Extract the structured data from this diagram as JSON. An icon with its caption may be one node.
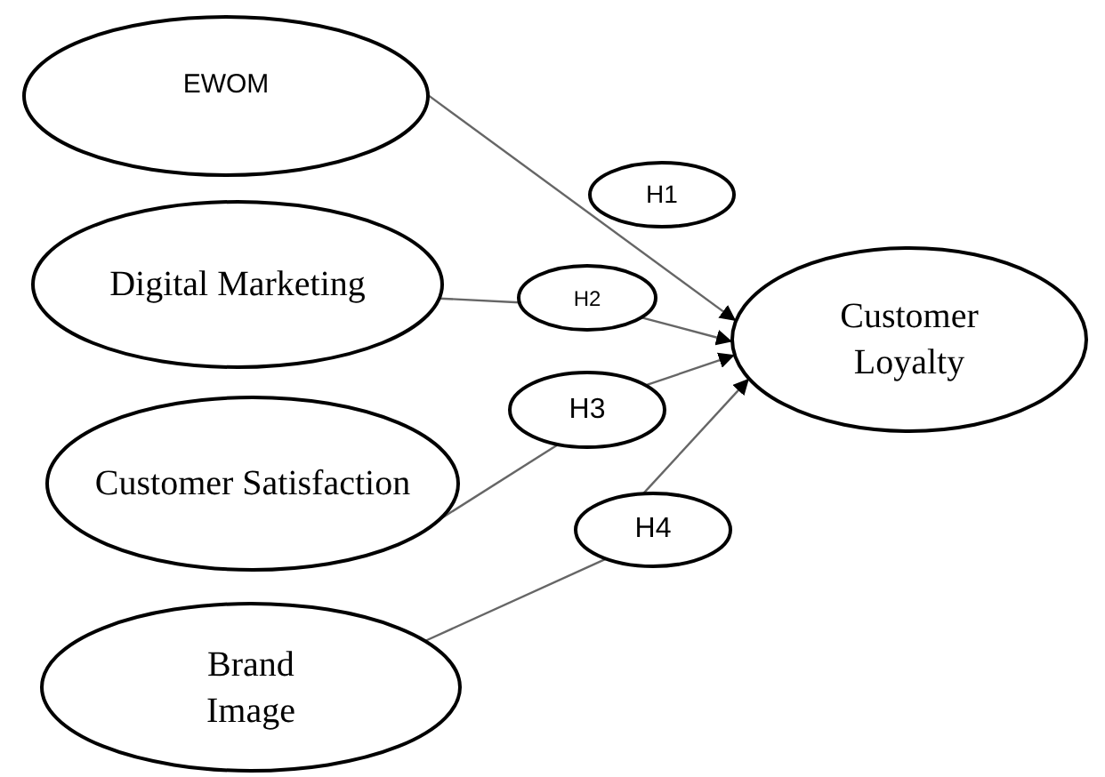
{
  "diagram": {
    "nodes": [
      {
        "text": [
          "EWOM"
        ]
      },
      {
        "text": [
          "Digital Marketing"
        ]
      },
      {
        "text": [
          "Customer Satisfaction"
        ]
      },
      {
        "text": [
          "Brand Image"
        ]
      },
      {
        "text": [
          "Customer Loyalty"
        ]
      },
      {
        "text": [
          "H1"
        ]
      },
      {
        "text": [
          "H2"
        ]
      },
      {
        "text": [
          "H3"
        ]
      },
      {
        "text": [
          "H4"
        ]
      }
    ],
    "edges": [
      {
        "from": 0,
        "to": 4,
        "arrow": "to"
      },
      {
        "from": 1,
        "to": 6,
        "arrow": "none"
      },
      {
        "from": 6,
        "to": 4,
        "arrow": "to"
      },
      {
        "from": 2,
        "to": 7,
        "arrow": "none"
      },
      {
        "from": 7,
        "to": 4,
        "arrow": "to"
      },
      {
        "from": 3,
        "to": 8,
        "arrow": "none"
      },
      {
        "from": 8,
        "to": 4,
        "arrow": "to"
      }
    ]
  }
}
